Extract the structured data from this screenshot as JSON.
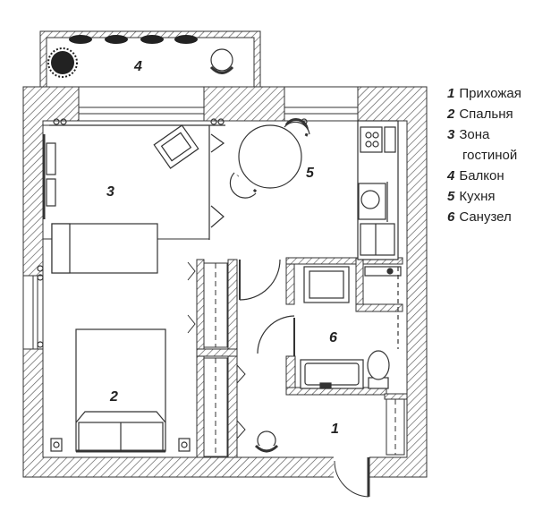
{
  "rooms": [
    {
      "num": "1"
    },
    {
      "num": "2"
    },
    {
      "num": "3"
    },
    {
      "num": "4"
    },
    {
      "num": "5"
    },
    {
      "num": "6"
    }
  ],
  "legend": [
    {
      "num": "1",
      "lines": [
        "Прихожая"
      ]
    },
    {
      "num": "2",
      "lines": [
        "Спальня"
      ]
    },
    {
      "num": "3",
      "lines": [
        "Зона",
        "гостиной"
      ]
    },
    {
      "num": "4",
      "lines": [
        "Балкон"
      ]
    },
    {
      "num": "5",
      "lines": [
        "Кухня"
      ]
    },
    {
      "num": "6",
      "lines": [
        "Санузел"
      ]
    }
  ],
  "colors": {
    "wall": "#555555",
    "line": "#333333",
    "background": "#ffffff"
  }
}
